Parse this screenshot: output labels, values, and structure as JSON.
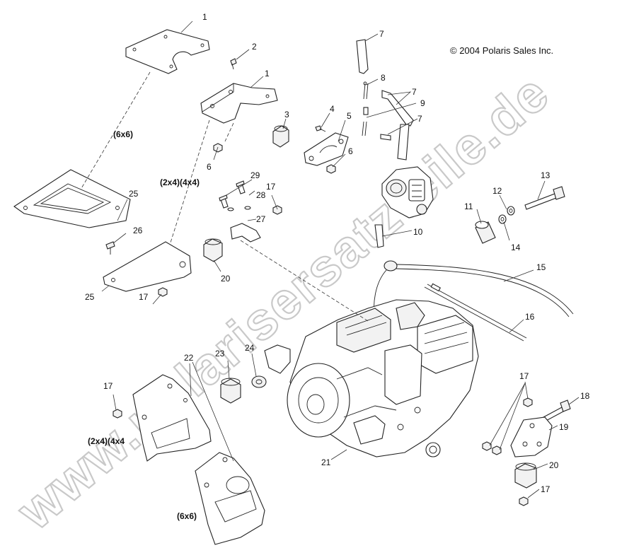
{
  "copyright": "© 2004 Polaris Sales Inc.",
  "watermark": "www.polarisersatzteile.de",
  "variants": {
    "six_a": "(6x6)",
    "four_a": "(2x4)(4x4)",
    "four_b": "(2x4)(4x4",
    "six_b": "(6x6)"
  },
  "callouts": {
    "c1a": "1",
    "c2": "2",
    "c1b": "1",
    "c3": "3",
    "c4": "4",
    "c5": "5",
    "c6a": "6",
    "c6b": "6",
    "c7a": "7",
    "c8": "8",
    "c7b": "7",
    "c9": "9",
    "c7c": "7",
    "c10": "10",
    "c11": "11",
    "c12": "12",
    "c13": "13",
    "c14": "14",
    "c15": "15",
    "c16": "16",
    "c17a": "17",
    "c17b": "17",
    "c17c": "17",
    "c17d": "17",
    "c17e": "17",
    "c18": "18",
    "c19": "19",
    "c20a": "20",
    "c20b": "20",
    "c21": "21",
    "c22": "22",
    "c23": "23",
    "c24": "24",
    "c25a": "25",
    "c25b": "25",
    "c26": "26",
    "c27": "27",
    "c28": "28",
    "c29": "29"
  }
}
